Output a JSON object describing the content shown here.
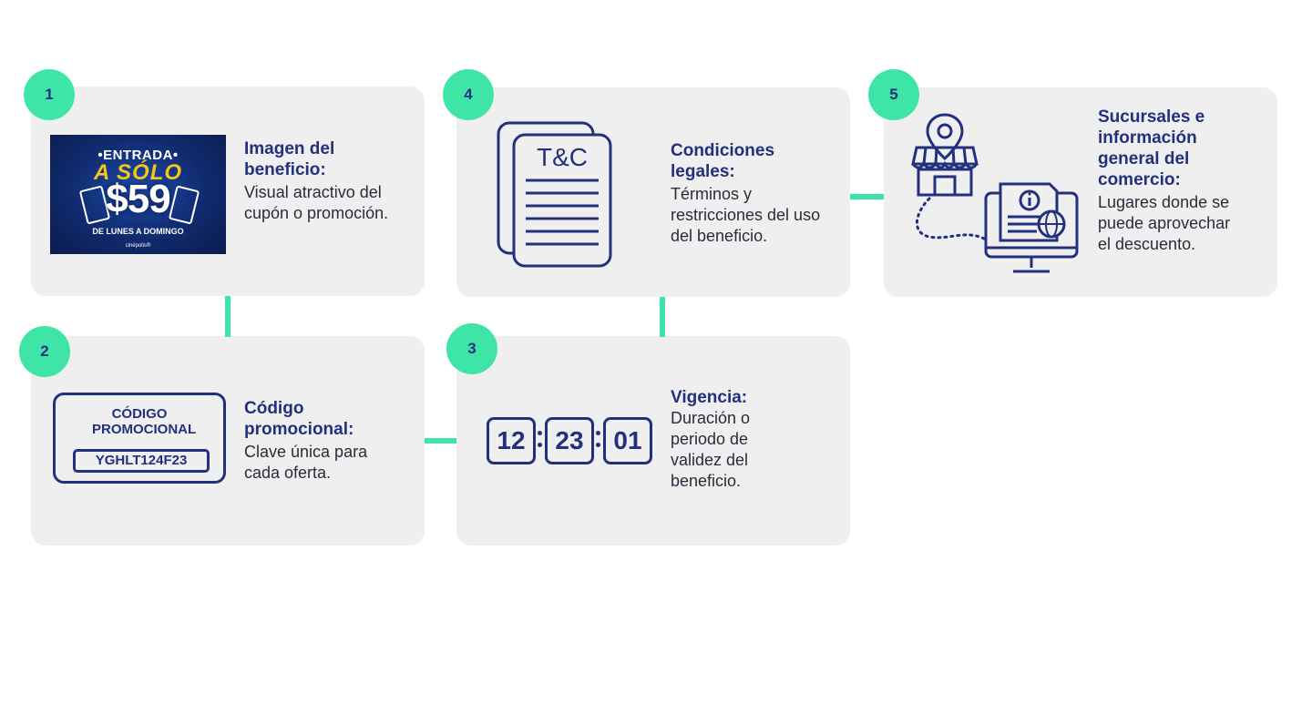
{
  "colors": {
    "accent": "#3ee5a6",
    "navy": "#23307e",
    "card": "#efefef"
  },
  "steps": [
    {
      "number": "1",
      "title": "Imagen del beneficio:",
      "description": "Visual atractivo del cupón o promoción."
    },
    {
      "number": "2",
      "title": "Código promocional:",
      "description": "Clave única para cada oferta."
    },
    {
      "number": "3",
      "title": "Vigencia:",
      "description": "Duración o periodo de validez del beneficio."
    },
    {
      "number": "4",
      "title": "Condiciones legales:",
      "description": "Términos y restricciones del uso del beneficio."
    },
    {
      "number": "5",
      "title": "Sucursales e información general del comercio:",
      "description": "Lugares donde se puede aprovechar el descuento."
    }
  ],
  "coupon": {
    "top_text": "•ENTRADA•",
    "middle_text": "A SÓLO",
    "price": "$59",
    "bottom_text": "DE LUNES A DOMINGO",
    "brand": "cinépolis®"
  },
  "promo": {
    "label": "CÓDIGO PROMOCIONAL",
    "code": "YGHLT124F23"
  },
  "timer": {
    "hours": "12",
    "minutes": "23",
    "seconds": "01"
  },
  "terms_icon": {
    "label": "T&C"
  },
  "icons": [
    "coupon-image",
    "promo-code-icon",
    "timer-icon",
    "terms-document-icon",
    "store-location-icon"
  ]
}
